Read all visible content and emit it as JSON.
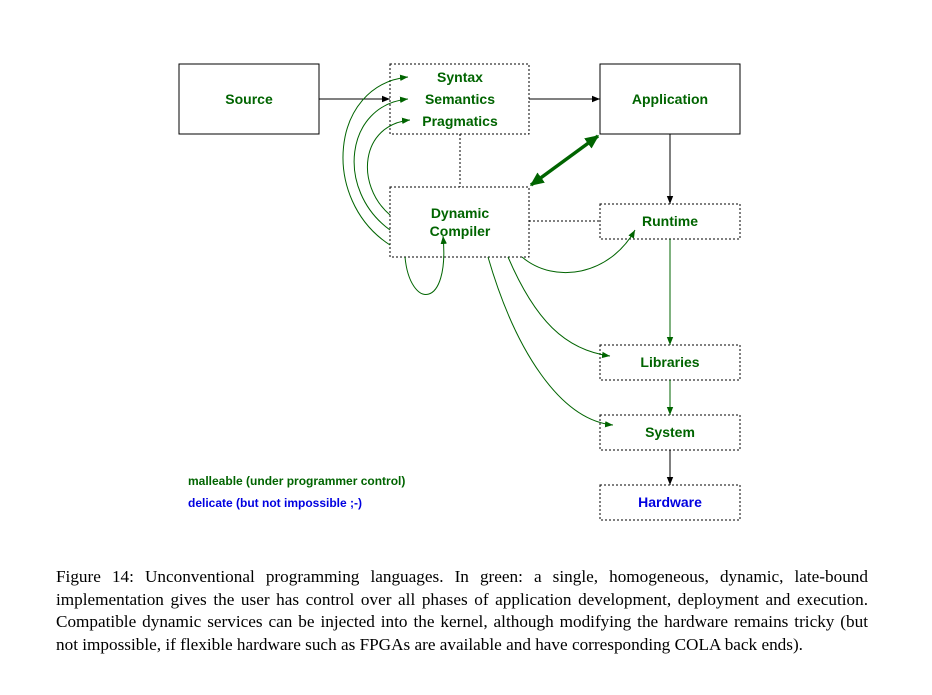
{
  "colors": {
    "green": "#006400",
    "blue": "#0000e0",
    "black": "#000000"
  },
  "nodes": {
    "source": "Source",
    "syntax": "Syntax",
    "semantics": "Semantics",
    "pragmatics": "Pragmatics",
    "application": "Application",
    "dynamic": "Dynamic",
    "compiler": "Compiler",
    "runtime": "Runtime",
    "libraries": "Libraries",
    "system": "System",
    "hardware": "Hardware"
  },
  "legend": {
    "malleable": "malleable (under programmer control)",
    "delicate": "delicate (but not impossible ;-)"
  },
  "caption": "Figure 14: Unconventional programming languages. In green: a single, homogeneous, dynamic, late-bound implementation gives the user has control over all phases of application development, deployment and execution. Compatible dynamic services can be injected into the kernel, although modifying the hardware remains tricky (but not impossible, if flexible hardware such as FPGAs are available and have corresponding COLA back ends)."
}
